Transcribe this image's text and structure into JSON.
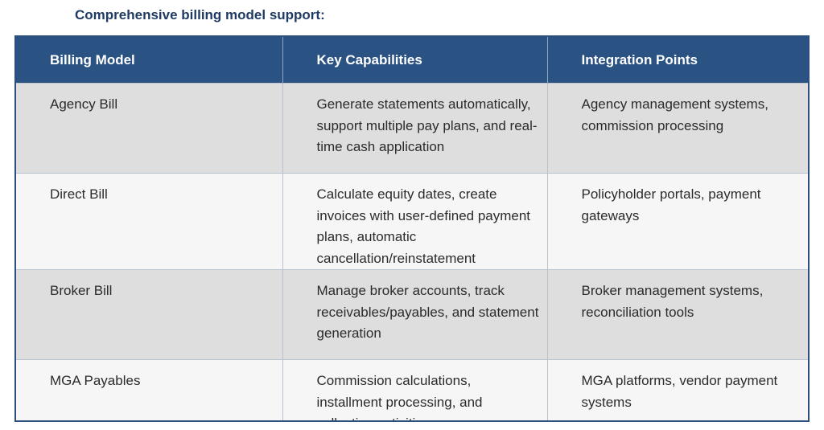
{
  "heading": "Comprehensive billing model support:",
  "table": {
    "headers": [
      "Billing Model",
      "Key Capabilities",
      "Integration Points"
    ],
    "rows": [
      [
        "Agency Bill",
        "Generate statements automatically, support multiple pay plans, and real-time cash application",
        "Agency management systems, commission processing"
      ],
      [
        "Direct Bill",
        "Calculate equity dates, create invoices with user-defined payment plans, automatic cancellation/reinstatement",
        "Policyholder portals, payment gateways"
      ],
      [
        "Broker Bill",
        "Manage broker accounts, track receivables/payables, and statement generation",
        "Broker management systems, reconciliation tools"
      ],
      [
        "MGA Payables",
        "Commission calculations, installment processing, and collection activities",
        "MGA platforms, vendor payment systems"
      ]
    ]
  }
}
